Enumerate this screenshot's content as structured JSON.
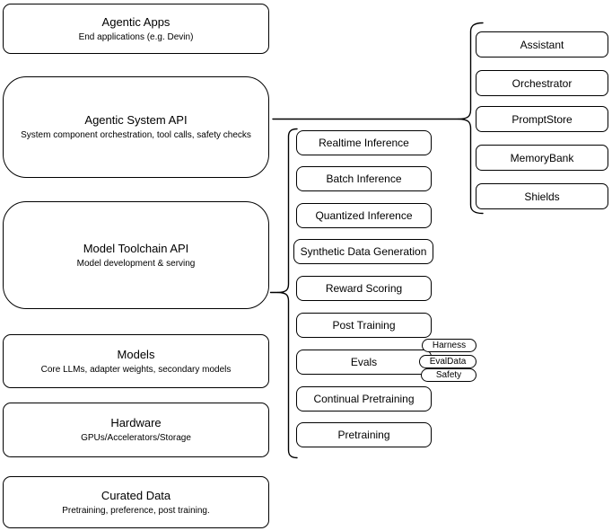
{
  "colors": {
    "stroke": "#000000",
    "background": "#ffffff",
    "text": "#000000"
  },
  "layers": [
    {
      "title": "Agentic Apps",
      "subtitle": "End applications (e.g. Devin)"
    },
    {
      "title": "Agentic System API",
      "subtitle": "System component orchestration, tool calls, safety checks"
    },
    {
      "title": "Model Toolchain API",
      "subtitle": "Model development & serving"
    },
    {
      "title": "Models",
      "subtitle": "Core LLMs, adapter weights, secondary models"
    },
    {
      "title": "Hardware",
      "subtitle": "GPUs/Accelerators/Storage"
    },
    {
      "title": "Curated Data",
      "subtitle": "Pretraining, preference, post training."
    }
  ],
  "toolchain": {
    "nodes": [
      "Realtime Inference",
      "Batch Inference",
      "Quantized Inference",
      "Synthetic Data Generation",
      "Reward Scoring",
      "Post Training",
      "Evals",
      "Continual Pretraining",
      "Pretraining"
    ],
    "evals_tags": [
      "Harness",
      "EvalData",
      "Safety"
    ]
  },
  "system_components": [
    "Assistant",
    "Orchestrator",
    "PromptStore",
    "MemoryBank",
    "Shields"
  ]
}
